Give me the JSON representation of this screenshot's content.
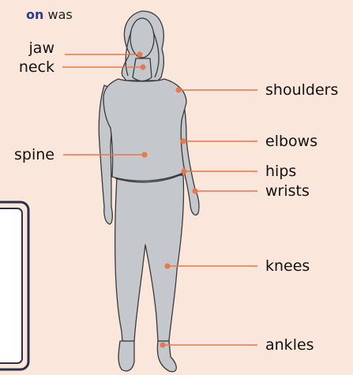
{
  "header": {
    "cutoff_bold": "on",
    "cutoff_rest": " was"
  },
  "labels": {
    "jaw": "jaw",
    "neck": "neck",
    "shoulders": "shoulders",
    "elbows": "elbows",
    "spine": "spine",
    "hips": "hips",
    "wrists": "wrists",
    "knees": "knees",
    "ankles": "ankles"
  },
  "colors": {
    "background": "#fbe6dc",
    "leader": "#e8774a",
    "dot": "#e8774a",
    "body_fill": "#c4c8cc",
    "outline": "#3a3a3a",
    "box_frame": "#2a2f4a"
  }
}
